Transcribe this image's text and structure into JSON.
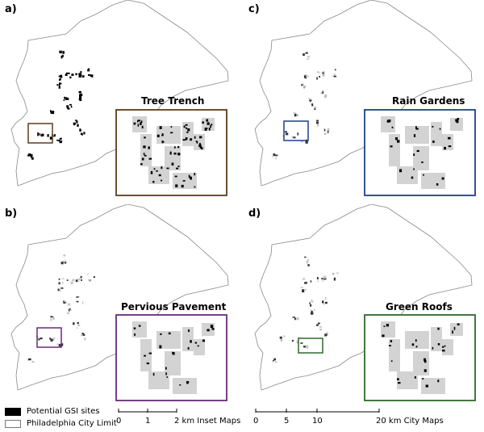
{
  "panels": [
    {
      "id": "a",
      "label": "a)",
      "title": "Tree Trench",
      "color": "#5a3d1a"
    },
    {
      "id": "c",
      "label": "c)",
      "title": "Rain Gardens",
      "color": "#1e3f8a"
    },
    {
      "id": "b",
      "label": "b)",
      "title": "Pervious Pavement",
      "color": "#6a2a7a"
    },
    {
      "id": "d",
      "label": "d)",
      "title": "Green Roofs",
      "color": "#2e6a2a"
    }
  ],
  "legend": {
    "items": [
      {
        "label": "Potential GSI sites",
        "fill": "#000000"
      },
      {
        "label": "Philadelphia City Limit",
        "fill": "#ffffff"
      }
    ]
  },
  "scalebars": {
    "inset": {
      "ticks": [
        "0",
        "1",
        "2 km Inset Maps"
      ]
    },
    "city": {
      "ticks": [
        "0",
        "5",
        "10",
        "20 km City Maps"
      ]
    }
  },
  "colors": {
    "sites": "#000000",
    "land": "#d3d3d3",
    "outline": "#888888"
  }
}
